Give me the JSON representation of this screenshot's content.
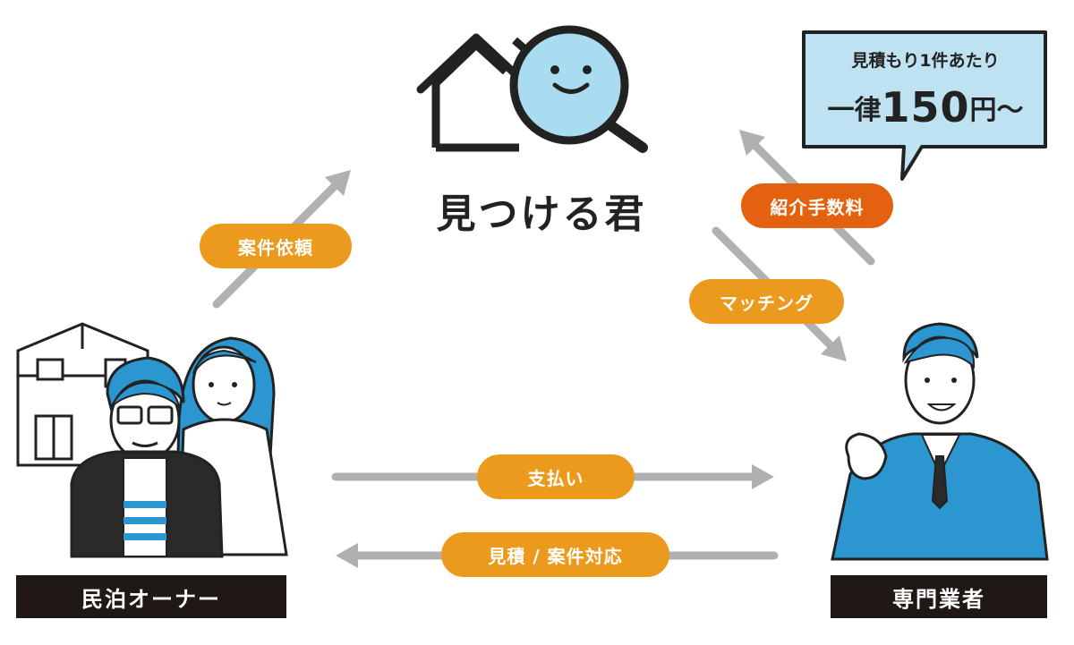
{
  "brand": {
    "name": "見つける君"
  },
  "price_bubble": {
    "line1": "見積もり1件あたり",
    "line2_prefix": "一律",
    "line2_amount": "150",
    "line2_suffix": "円～"
  },
  "flows": {
    "request": "案件依頼",
    "referral_fee": "紹介手数料",
    "matching": "マッチング",
    "payment": "支払い",
    "estimate_response": "見積 / 案件対応"
  },
  "actors": {
    "owner": "民泊オーナー",
    "contractor": "専門業者"
  },
  "colors": {
    "pill_orange": "#ec9a1d",
    "pill_red": "#e4610f",
    "bubble_fill": "#bfe2f3",
    "lens_fill": "#a9dcf1",
    "arrow_gray": "#b0b0b0",
    "hair_blue": "#2b96d0",
    "plate_dark": "#201815"
  }
}
